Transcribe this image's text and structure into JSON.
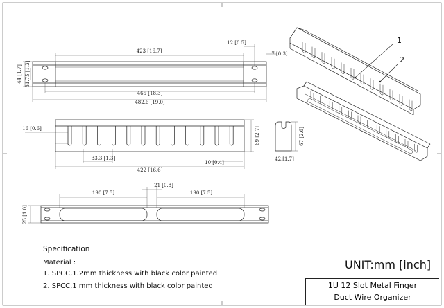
{
  "dimensions": {
    "top_width": "423 [16.7]",
    "top_offset": "12 [0.5]",
    "top_side": "7 [0.3]",
    "top_height_total": "44 [1.7]",
    "top_height_holes": "31.75 [1.3]",
    "top_hole_spacing": "465 [18.3]",
    "top_overall_width": "482.6 [19.0]",
    "front_left_offset": "16 [0.6]",
    "front_height": "69 [2.7]",
    "front_finger_pitch": "33.3 [1.3]",
    "front_finger_gap": "10 [0.4]",
    "front_width": "422 [16.6]",
    "side_height": "67 [2.6]",
    "side_depth": "42 [1.7]",
    "back_gap": "21 [0.8]",
    "back_window_left": "190 [7.5]",
    "back_window_right": "190 [7.5]",
    "back_height": "25 [1.0]"
  },
  "callouts": {
    "one": "1",
    "two": "2"
  },
  "spec": {
    "heading": "Specification",
    "material_heading": "Material :",
    "item1": "1. SPCC,1.2mm thickness with black color painted",
    "item2": "2. SPCC,1 mm thickness with black color painted"
  },
  "unit": "UNIT:mm [inch]",
  "title": {
    "line1": "1U 12 Slot Metal Finger",
    "line2": "Duct Wire Organizer"
  }
}
